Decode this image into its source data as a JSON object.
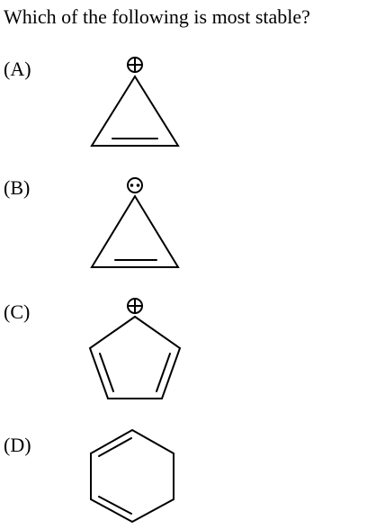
{
  "question": "Which of the following is most stable?",
  "options": [
    {
      "label": "(A)",
      "structure": "cyclopropenyl-cation"
    },
    {
      "label": "(B)",
      "structure": "cyclopropenyl-anion"
    },
    {
      "label": "(C)",
      "structure": "cyclopentadienyl-cation"
    },
    {
      "label": "(D)",
      "structure": "cyclohexa-1,3-diene"
    }
  ]
}
